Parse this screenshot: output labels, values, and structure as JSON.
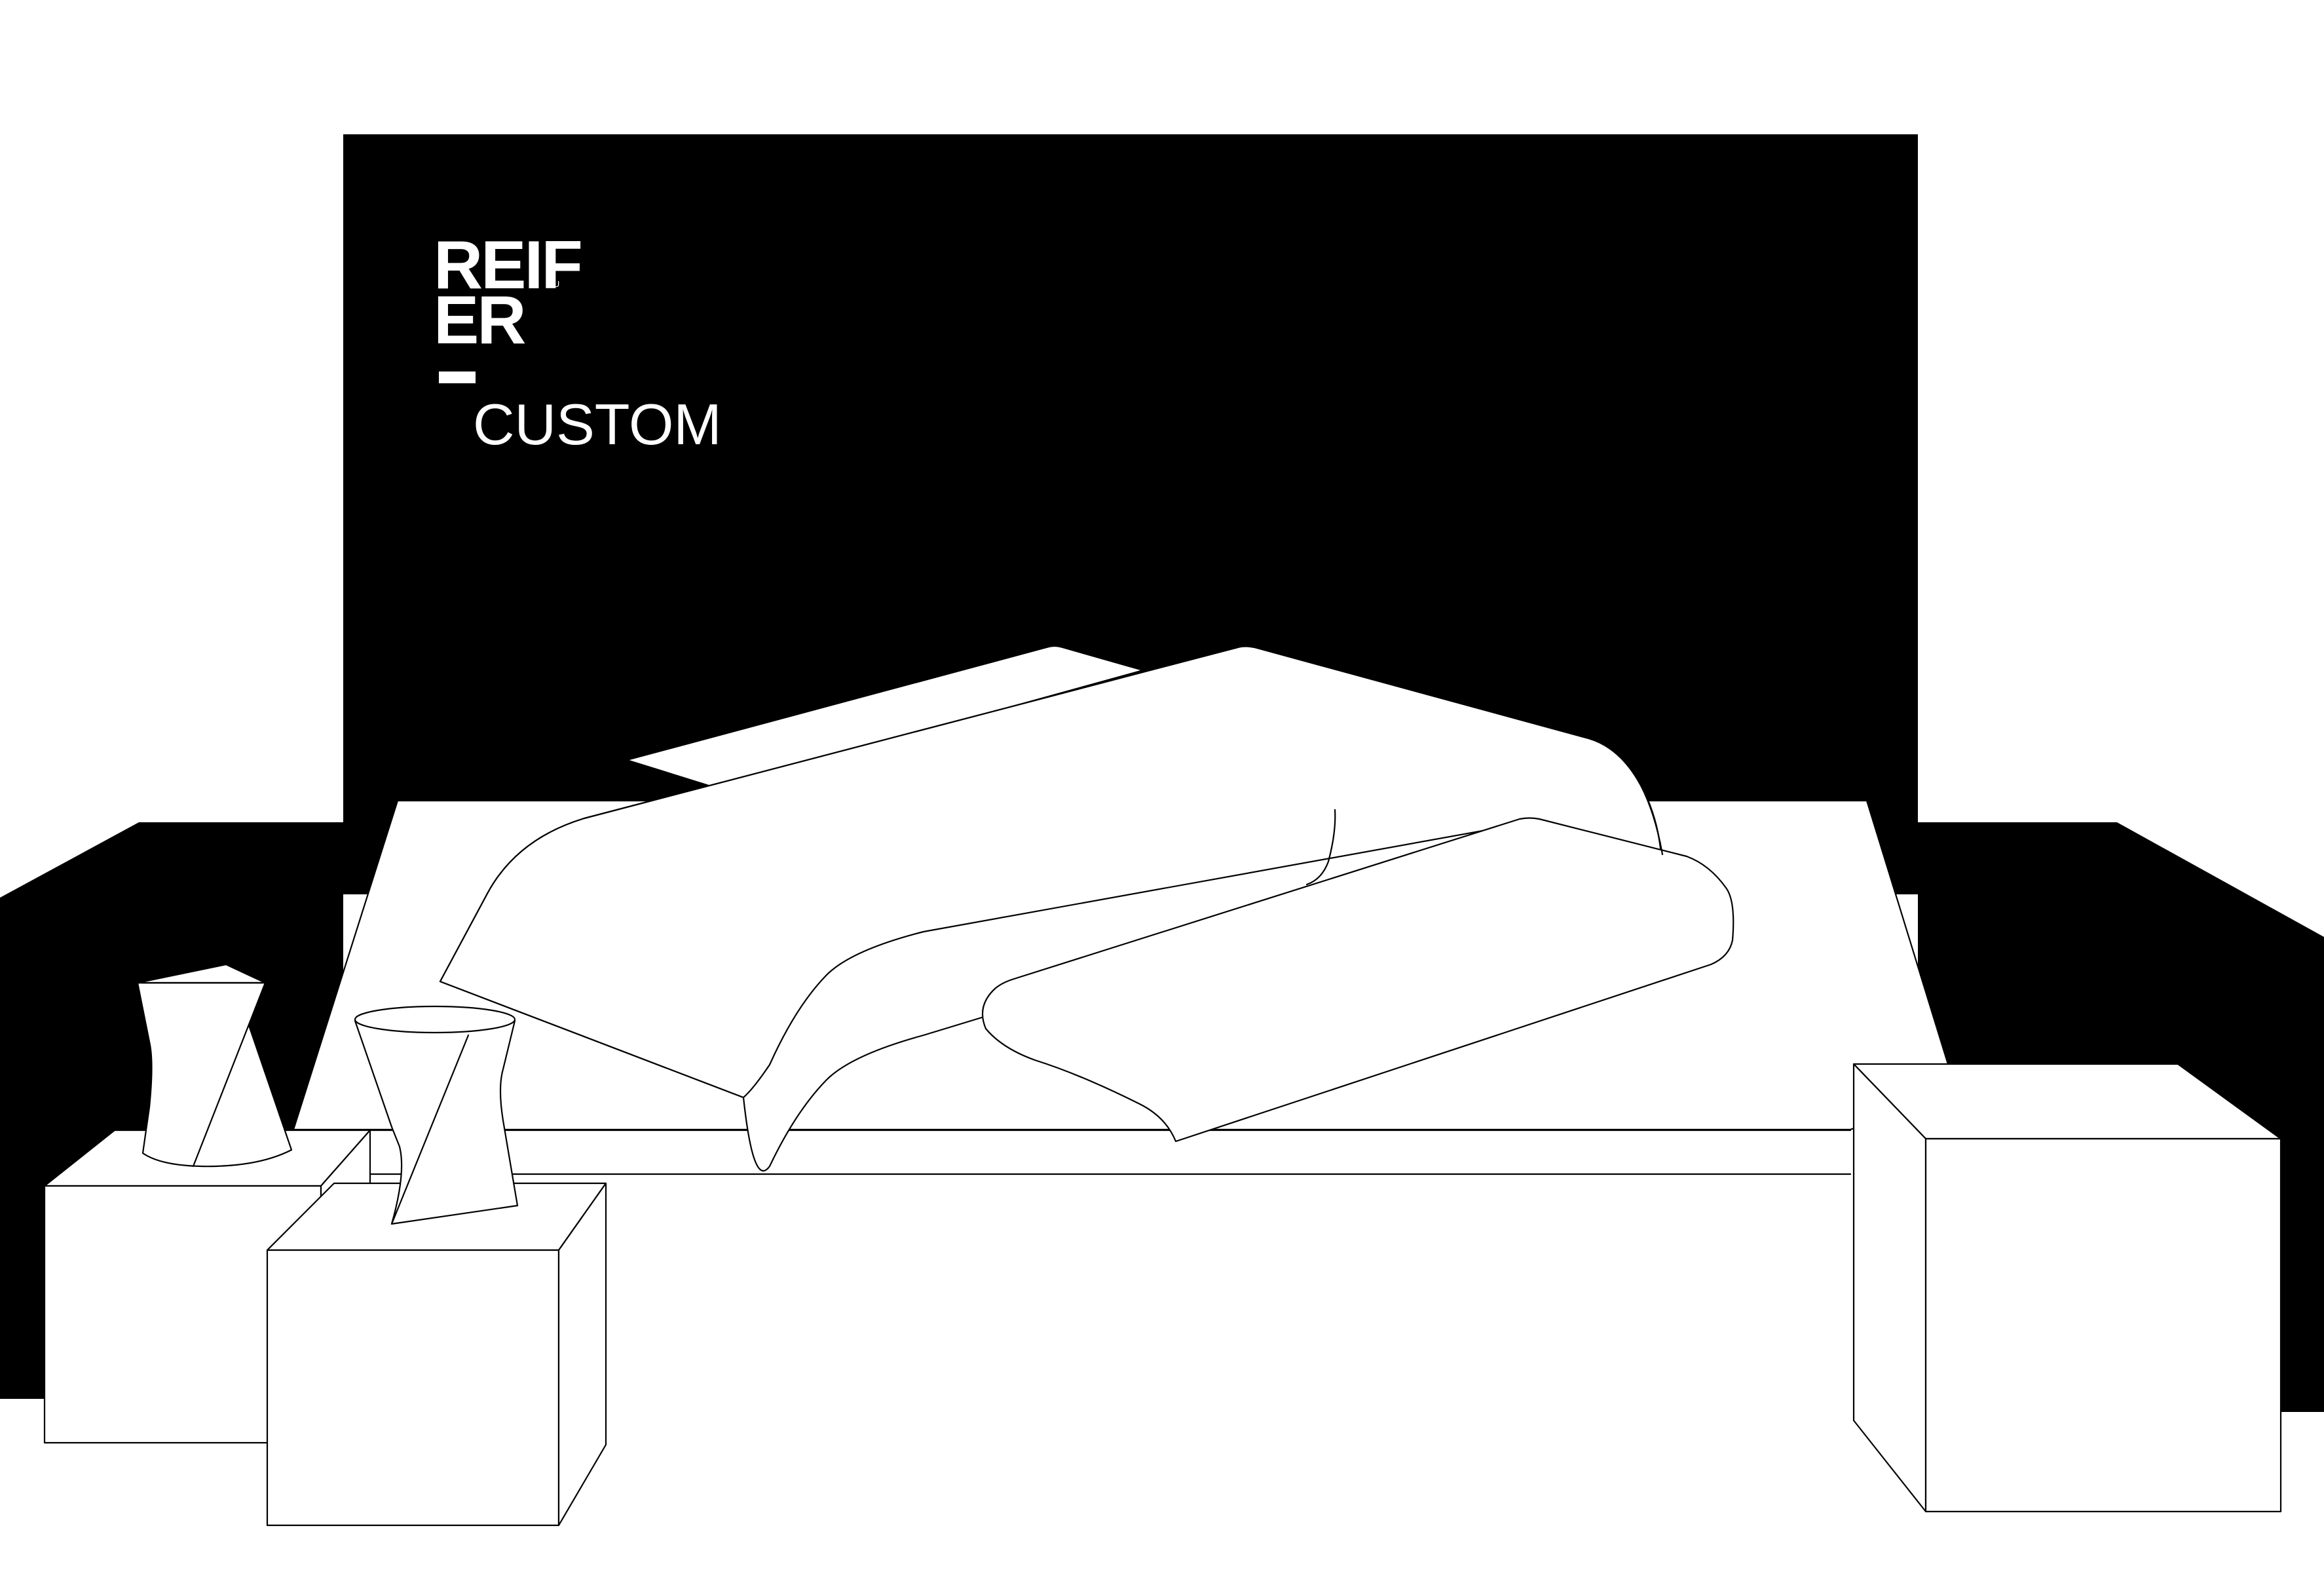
{
  "logo": {
    "line1": "REIF",
    "line2": "ER",
    "domain": ".LU",
    "subtitle": "CUSTOM"
  },
  "colors": {
    "ink": "#000000",
    "paper": "#ffffff"
  }
}
